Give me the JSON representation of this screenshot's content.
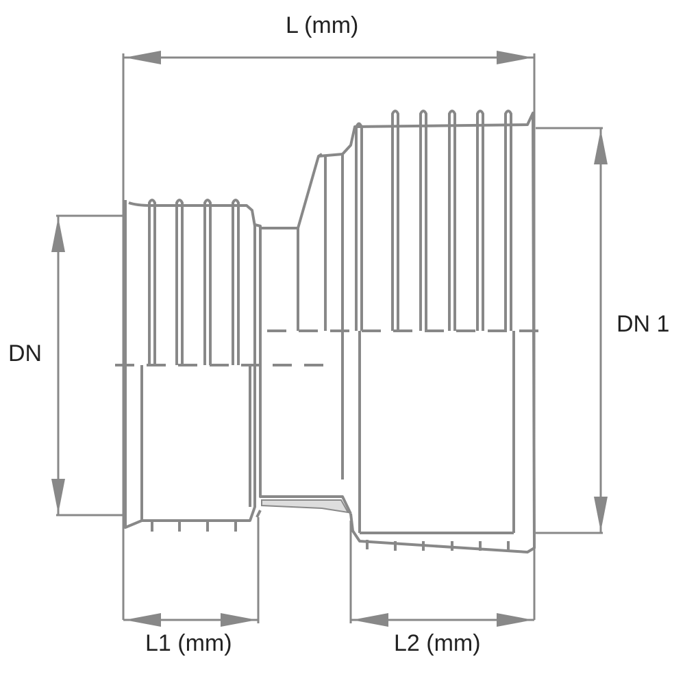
{
  "labels": {
    "overall_length": "L (mm)",
    "nominal_diameter": "DN",
    "nominal_diameter_1": "DN 1",
    "socket_length_1": "L1 (mm)",
    "socket_length_2": "L2 (mm)"
  },
  "colors": {
    "line": "#888888",
    "text": "#222222"
  }
}
